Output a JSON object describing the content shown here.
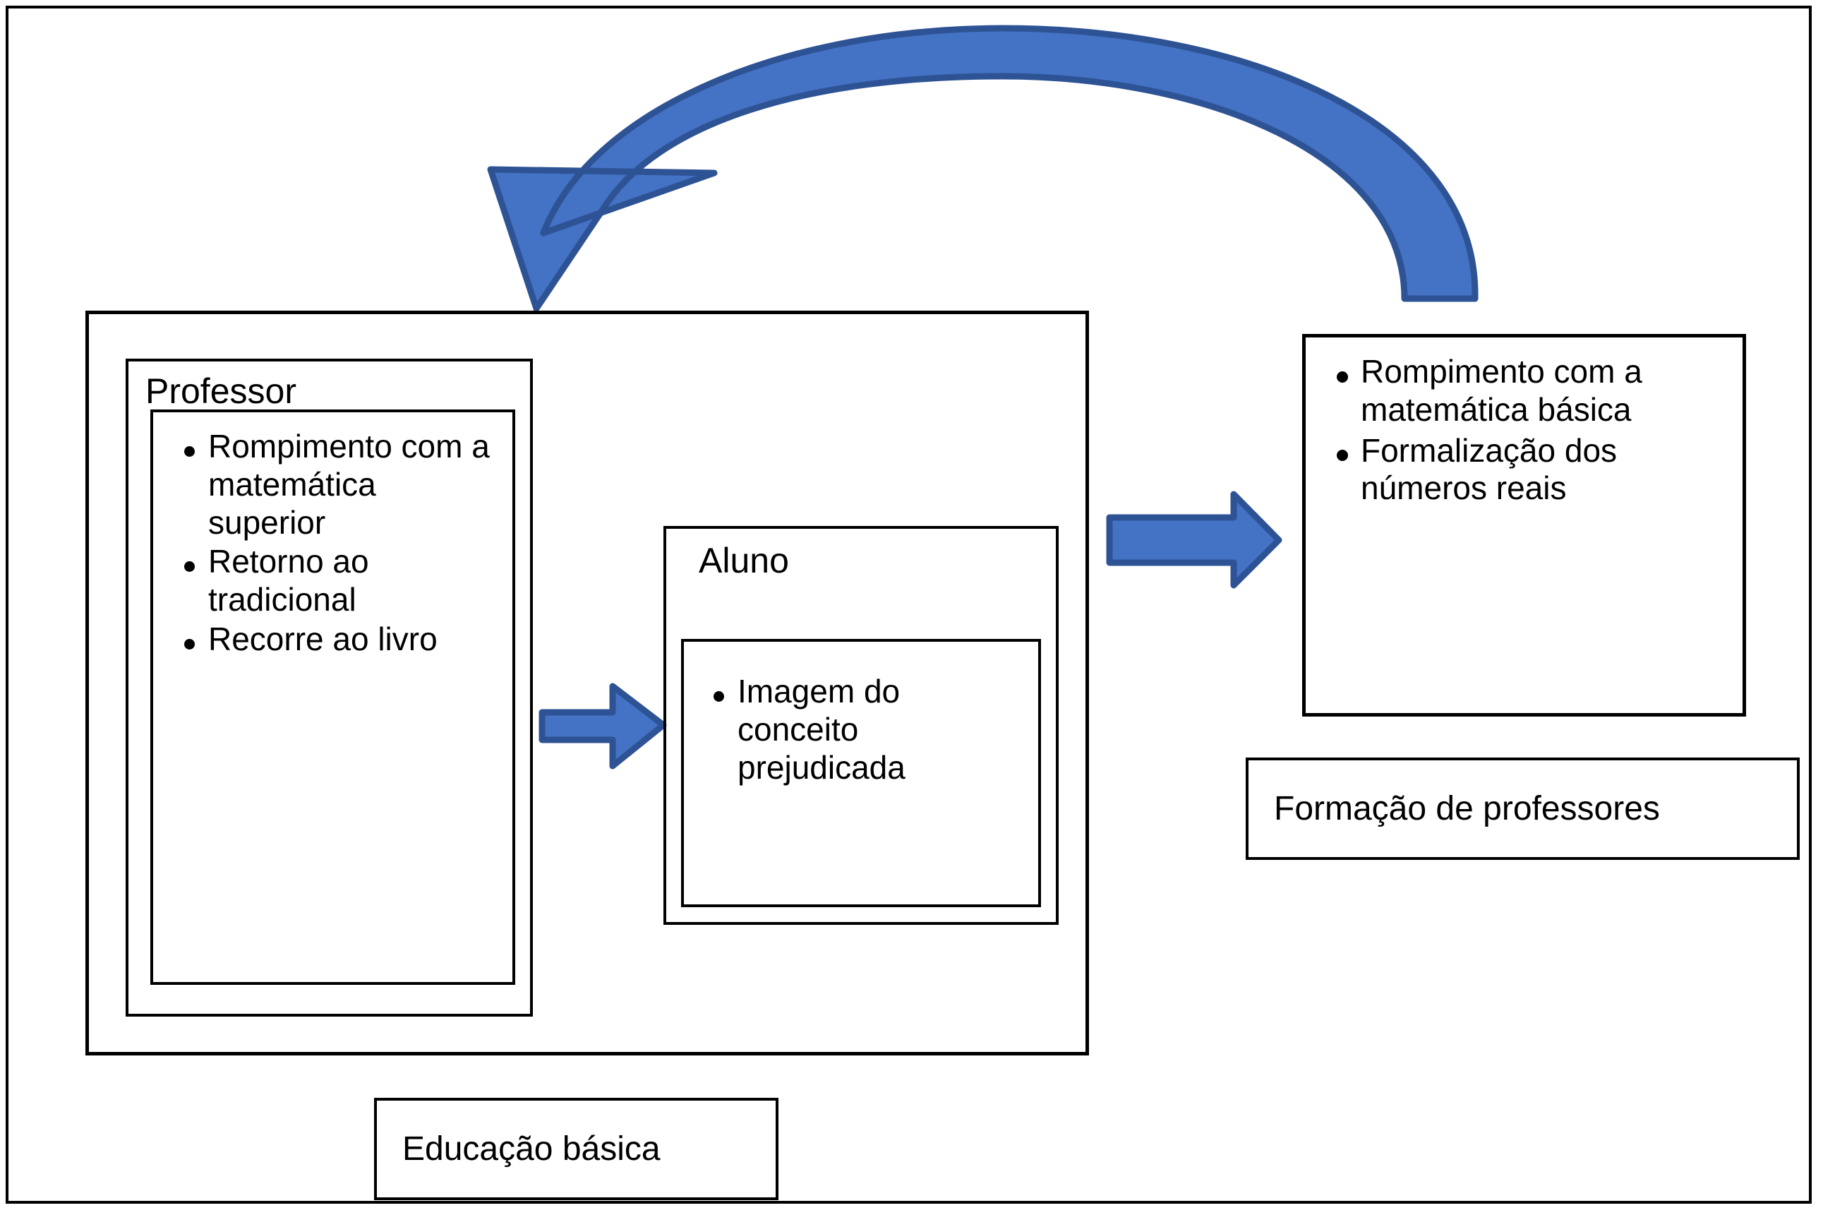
{
  "diagram": {
    "title_present": false,
    "colors": {
      "arrow_fill": "#4472C4",
      "arrow_stroke": "#2E5395",
      "box_border": "#000000",
      "text": "#000000",
      "background": "#FFFFFF"
    },
    "outer_container_label": "Educação básica",
    "right_group_label": "Formação de professores",
    "professor": {
      "title": "Professor",
      "bullets": [
        "Rompimento com a matemática superior",
        "Retorno ao tradicional",
        "Recorre ao livro"
      ]
    },
    "aluno": {
      "title": "Aluno",
      "bullets": [
        "Imagem do conceito prejudicada"
      ]
    },
    "resultados": {
      "bullets": [
        "Rompimento com a matemática básica",
        "Formalização dos números reais"
      ]
    },
    "arrows": [
      {
        "name": "professor-to-aluno",
        "kind": "straight-right",
        "from": "Professor",
        "to": "Aluno"
      },
      {
        "name": "educacao-to-formacao",
        "kind": "straight-right",
        "from": "Educação básica",
        "to": "Formação de professores"
      },
      {
        "name": "formacao-to-educacao",
        "kind": "curved-left",
        "from": "Formação de professores",
        "to": "Educação básica"
      }
    ]
  }
}
